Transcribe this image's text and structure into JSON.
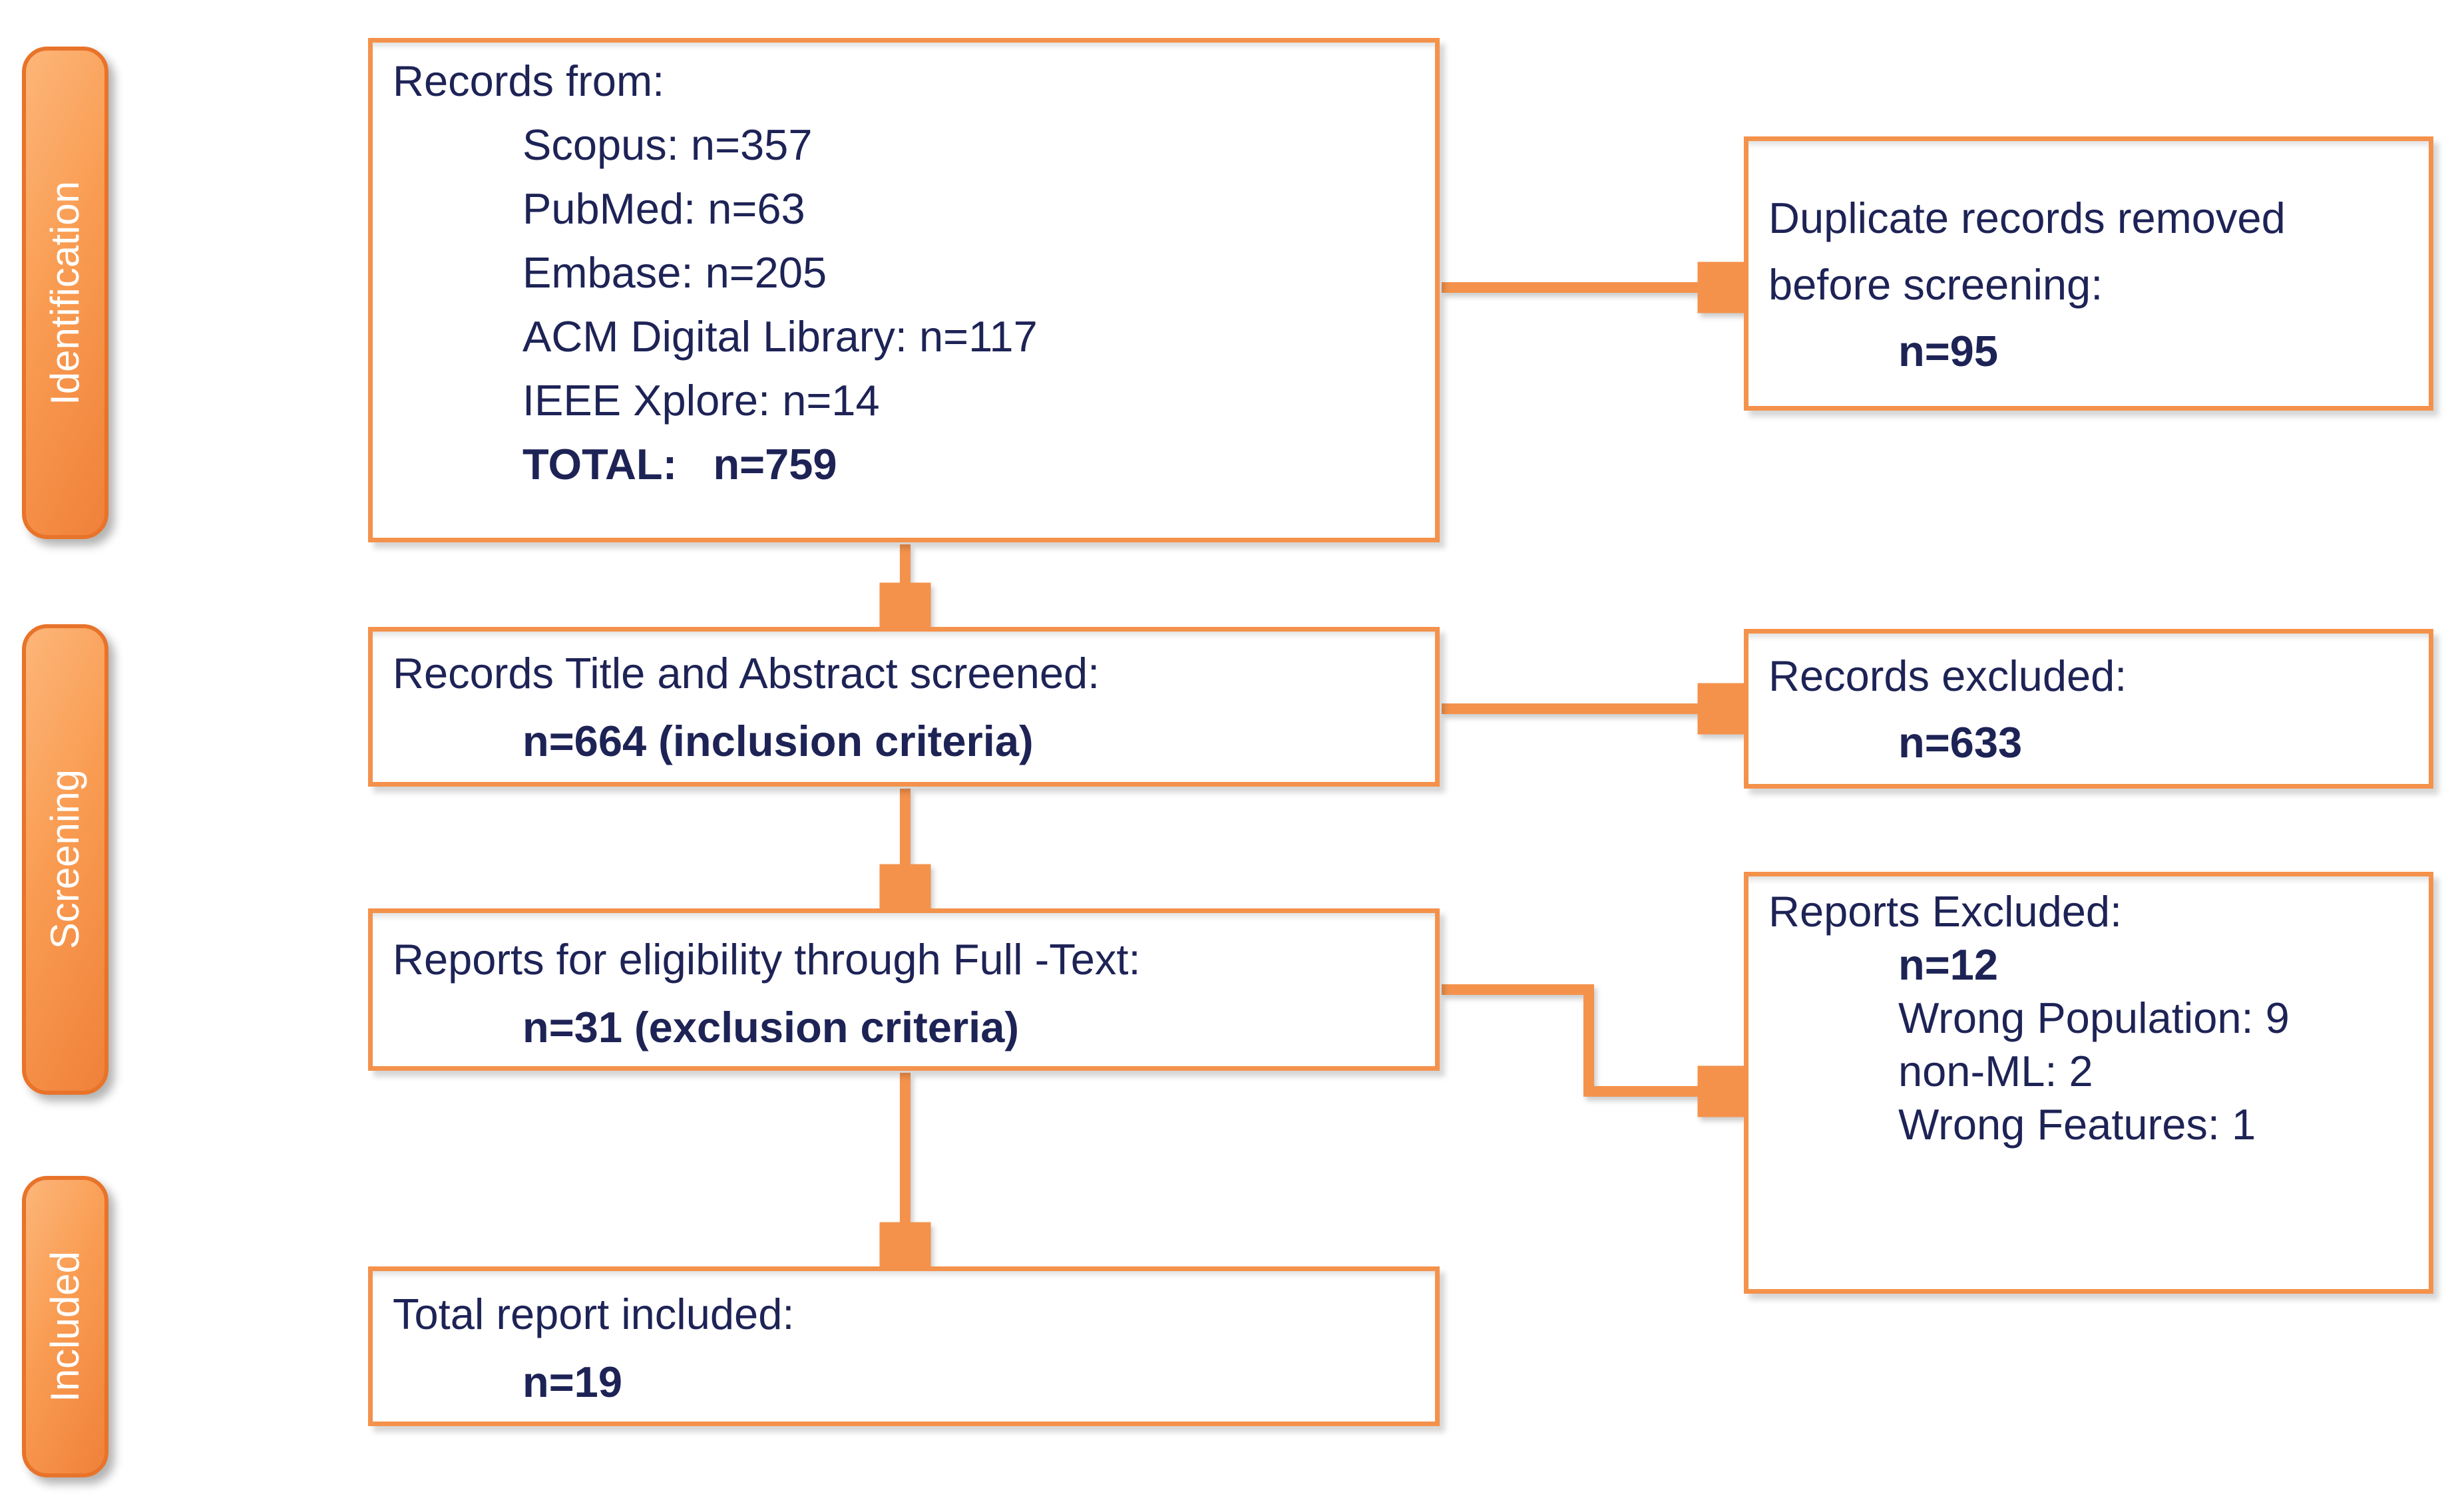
{
  "colors": {
    "accent_orange": "#F4924C",
    "bar_border_orange": "#E8732A",
    "bar_fill_orange": "#F99C52",
    "text_navy": "#1E2356"
  },
  "stages": [
    {
      "label": "Identification"
    },
    {
      "label": "Screening"
    },
    {
      "label": "Included"
    }
  ],
  "boxes": {
    "records_from": {
      "lines": [
        "Records from:",
        "Scopus: n=357",
        "PubMed: n=63",
        "Embase: n=205",
        "ACM Digital Library: n=117",
        "IEEE Xplore: n=14",
        "TOTAL:   n=759"
      ]
    },
    "title_abstract_screened": {
      "lines": [
        "Records Title and Abstract screened:",
        "n=664 (inclusion criteria)"
      ]
    },
    "full_text_eligibility": {
      "lines": [
        "Reports for eligibility through Full -Text:",
        "n=31 (exclusion criteria)"
      ]
    },
    "total_included": {
      "lines": [
        "Total report included:",
        "n=19"
      ]
    },
    "duplicates_removed": {
      "lines": [
        "Duplicate records removed",
        "before screening:",
        "n=95"
      ]
    },
    "records_excluded": {
      "lines": [
        "Records excluded:",
        "n=633"
      ]
    },
    "reports_excluded": {
      "lines": [
        "Reports Excluded:",
        "n=12",
        "Wrong Population: 9",
        "non-ML: 2",
        "Wrong Features: 1"
      ]
    }
  }
}
